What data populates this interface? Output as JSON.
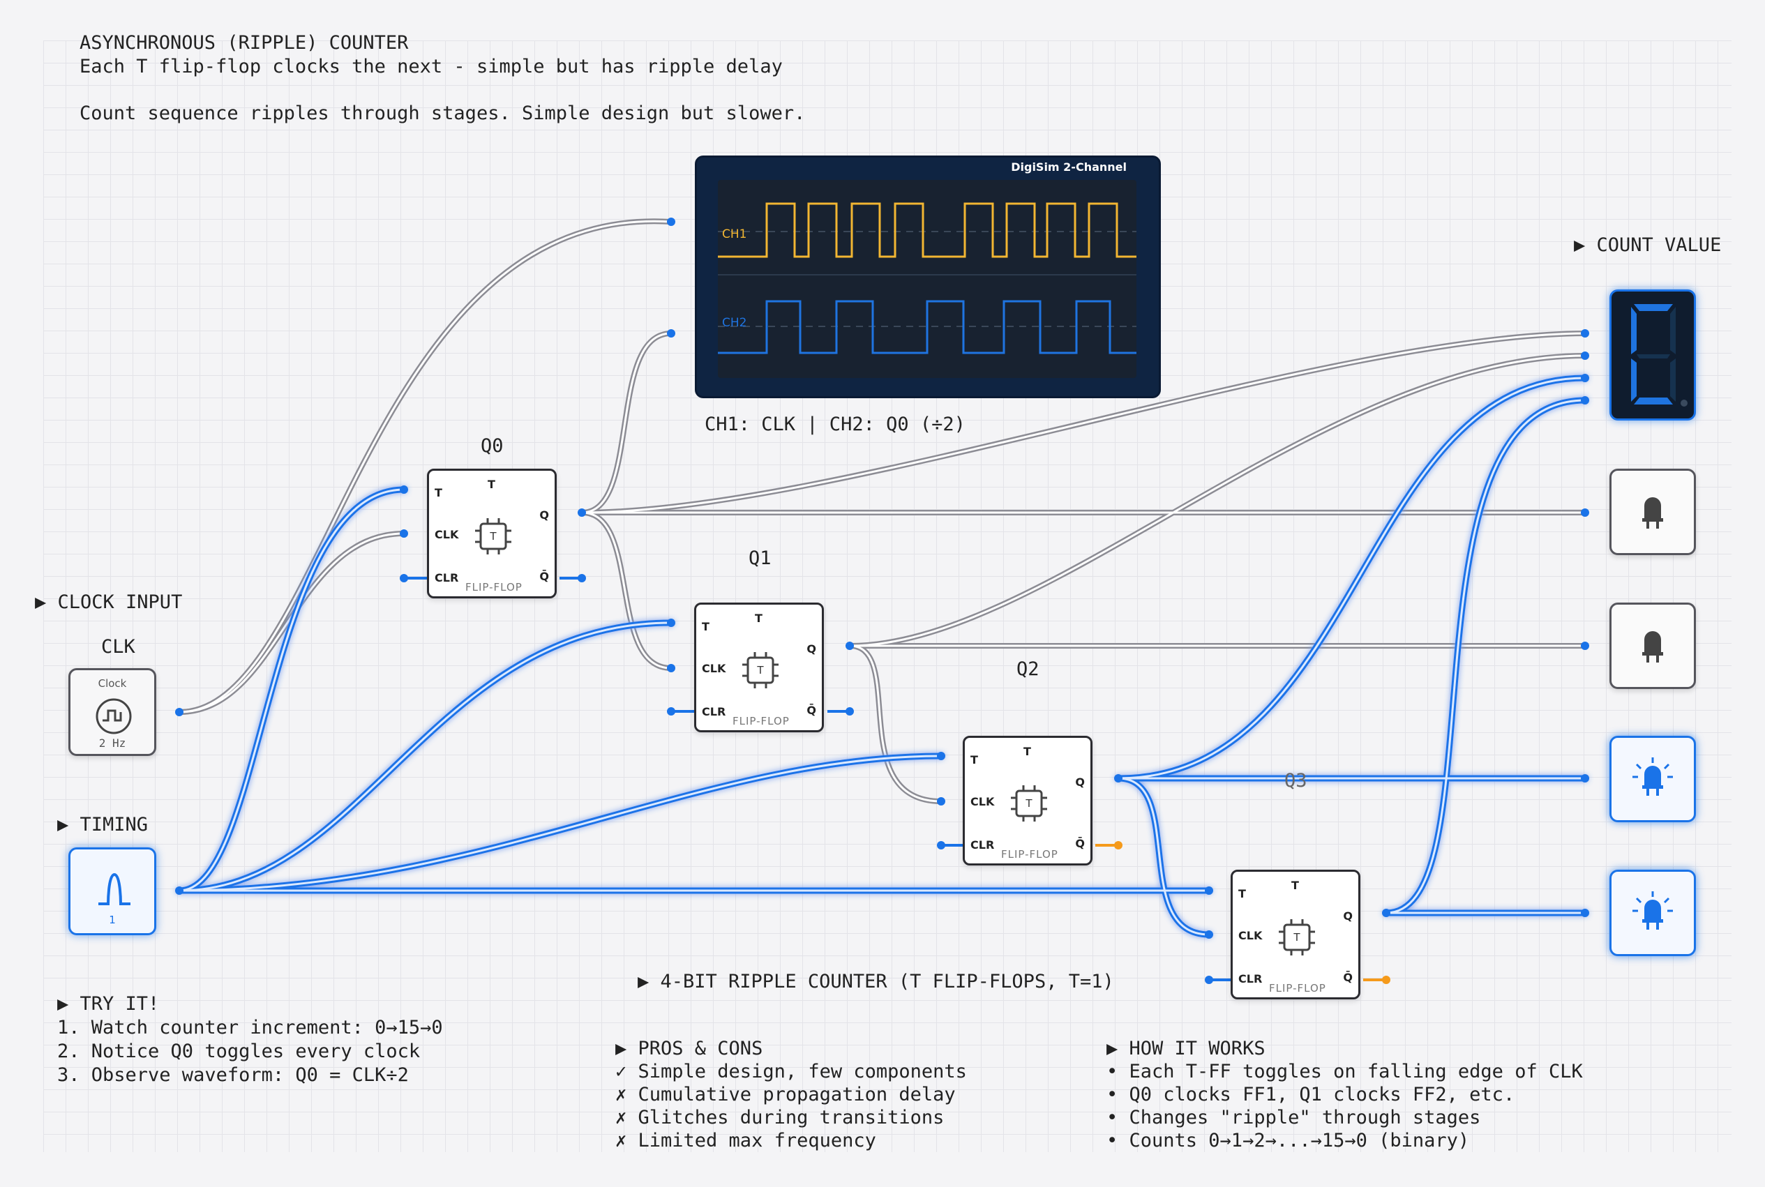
{
  "header": {
    "title": "ASYNCHRONOUS (RIPPLE) COUNTER",
    "subtitle": "Each T flip-flop clocks the next - simple but has ripple delay",
    "description": "Count sequence ripples through stages. Simple design but slower."
  },
  "sections": {
    "clock_input": "▶ CLOCK INPUT",
    "timing": "▶ TIMING",
    "count_value": "▶ COUNT VALUE",
    "counter_title": "▶ 4-BIT RIPPLE COUNTER (T FLIP-FLOPS, T=1)"
  },
  "clock": {
    "label": "CLK",
    "name": "Clock",
    "freq": "2 Hz"
  },
  "timing_block": {
    "value": "1"
  },
  "oscilloscope": {
    "brand": "DigiSim 2-Channel",
    "ch1": "CH1",
    "ch2": "CH2",
    "caption": "CH1: CLK | CH2: Q0 (÷2)"
  },
  "flipflops": [
    {
      "label": "Q0",
      "t": "T",
      "t_top": "T",
      "clk": "CLK",
      "clr": "CLR",
      "q": "Q",
      "qbar": "Q̄",
      "chip": "T",
      "kind": "FLIP-FLOP"
    },
    {
      "label": "Q1",
      "t": "T",
      "t_top": "T",
      "clk": "CLK",
      "clr": "CLR",
      "q": "Q",
      "qbar": "Q̄",
      "chip": "T",
      "kind": "FLIP-FLOP"
    },
    {
      "label": "Q2",
      "t": "T",
      "t_top": "T",
      "clk": "CLK",
      "clr": "CLR",
      "q": "Q",
      "qbar": "Q̄",
      "chip": "T",
      "kind": "FLIP-FLOP"
    },
    {
      "label": "Q3",
      "t": "T",
      "t_top": "T",
      "clk": "CLK",
      "clr": "CLR",
      "q": "Q",
      "qbar": "Q̄",
      "chip": "T",
      "kind": "FLIP-FLOP"
    }
  ],
  "leds": [
    {
      "state": "off"
    },
    {
      "state": "off"
    },
    {
      "state": "on"
    },
    {
      "state": "on"
    }
  ],
  "display": {
    "digit": "C"
  },
  "try_it": {
    "title": "▶ TRY IT!",
    "items": [
      "1. Watch counter increment: 0→15→0",
      "2. Notice Q0 toggles every clock",
      "3. Observe waveform: Q0 = CLK÷2"
    ]
  },
  "pros_cons": {
    "title": "▶ PROS & CONS",
    "items": [
      "✓ Simple design, few components",
      "✗ Cumulative propagation delay",
      "✗ Glitches during transitions",
      "✗ Limited max frequency"
    ]
  },
  "how_it_works": {
    "title": "▶ HOW IT WORKS",
    "items": [
      "• Each T-FF toggles on falling edge of CLK",
      "• Q0 clocks FF1, Q1 clocks FF2, etc.",
      "• Changes \"ripple\" through stages",
      "• Counts 0→1→2→...→15→0 (binary)"
    ]
  },
  "colors": {
    "active": "#1a73e8",
    "inactive": "#8c8c94",
    "ch1": "#f2b632",
    "ch2": "#1f74e0",
    "pin_orange": "#f59a1b"
  }
}
